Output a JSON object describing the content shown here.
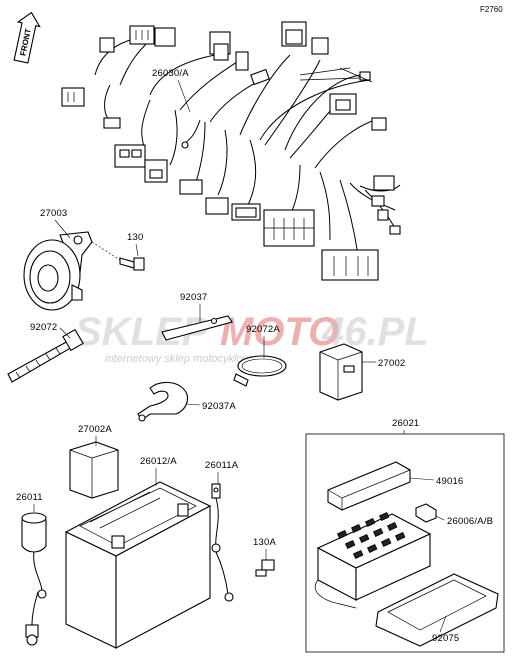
{
  "figure_code": "F2760",
  "front_badge": "FRONT",
  "watermark": {
    "brand_left": "SKLEP",
    "brand_mid": "MOTO",
    "brand_right": "46.PL",
    "tagline": "internetowy sklep motocyklowy"
  },
  "part_labels": {
    "harness": "26030/A",
    "horn": "27003",
    "horn_bolt": "130",
    "band_large": "92072",
    "bracket": "92037",
    "band_small": "92072A",
    "relay_right": "27002",
    "clamp": "92037A",
    "relay_left": "27002A",
    "battery": "26012/A",
    "battery_lead": "26011A",
    "ground_lead": "26011",
    "bolt_small": "130A",
    "fuse_box_assy": "26021",
    "fuse_cover": "49016",
    "fuse": "26006/A/B",
    "fuse_band": "92075"
  }
}
